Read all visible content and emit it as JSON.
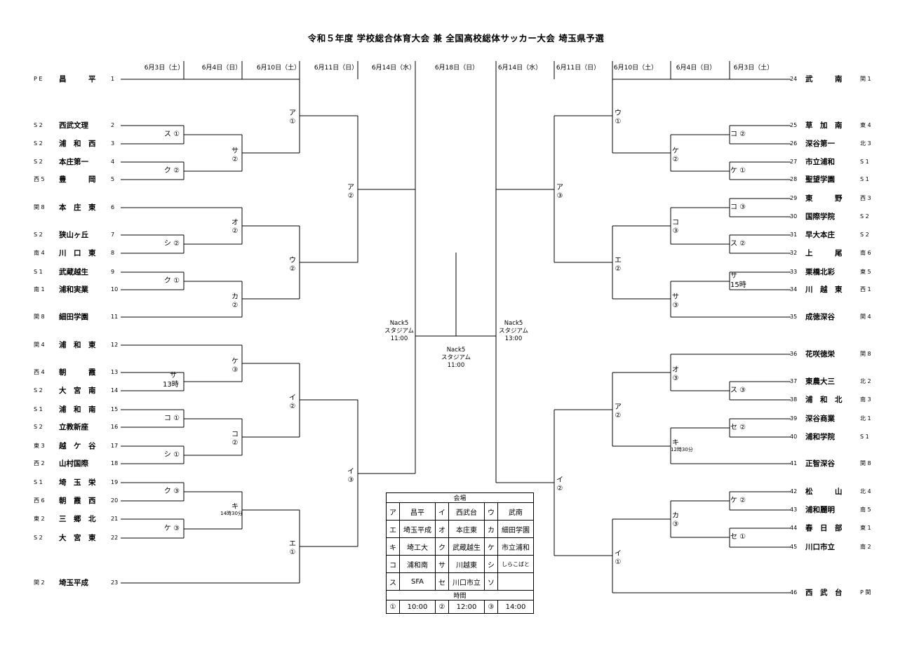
{
  "title": "令和５年度 学校総合体育大会 兼 全国高校総体サッカー大会 埼玉県予選",
  "dates": [
    "6月3日（土）",
    "6月4日（日）",
    "6月10日（土）",
    "6月11日（日）",
    "6月14日（水）",
    "6月18日（日）",
    "6月14日（水）",
    "6月11日（日）",
    "6月10日（土）",
    "6月4日（日）",
    "6月3日（土）"
  ],
  "left_teams": [
    {
      "pref": "P E",
      "name": "昌　　　平",
      "num": "1"
    },
    {
      "pref": "S 2",
      "name": "西武文理",
      "num": "2"
    },
    {
      "pref": "S 2",
      "name": "浦　和　西",
      "num": "3"
    },
    {
      "pref": "S 2",
      "name": "本庄第一",
      "num": "4"
    },
    {
      "pref": "西 5",
      "name": "豊　　　岡",
      "num": "5"
    },
    {
      "pref": "関 8",
      "name": "本　庄　東",
      "num": "6"
    },
    {
      "pref": "S 2",
      "name": "狭山ヶ丘",
      "num": "7"
    },
    {
      "pref": "南 4",
      "name": "川　口　東",
      "num": "8"
    },
    {
      "pref": "S 1",
      "name": "武蔵越生",
      "num": "9"
    },
    {
      "pref": "南 1",
      "name": "浦和実業",
      "num": "10"
    },
    {
      "pref": "関 8",
      "name": "細田学園",
      "num": "11"
    },
    {
      "pref": "関 4",
      "name": "浦　和　東",
      "num": "12"
    },
    {
      "pref": "西 4",
      "name": "朝　　　霞",
      "num": "13"
    },
    {
      "pref": "S 2",
      "name": "大　宮　南",
      "num": "14"
    },
    {
      "pref": "S 1",
      "name": "浦　和　南",
      "num": "15"
    },
    {
      "pref": "S 2",
      "name": "立教新座",
      "num": "16"
    },
    {
      "pref": "東 3",
      "name": "越　ケ　谷",
      "num": "17"
    },
    {
      "pref": "西 2",
      "name": "山村国際",
      "num": "18"
    },
    {
      "pref": "S 1",
      "name": "埼　玉　栄",
      "num": "19"
    },
    {
      "pref": "西 6",
      "name": "朝　霞　西",
      "num": "20"
    },
    {
      "pref": "東 2",
      "name": "三　郷　北",
      "num": "21"
    },
    {
      "pref": "S 2",
      "name": "大　宮　東",
      "num": "22"
    },
    {
      "pref": "関 2",
      "name": "埼玉平成",
      "num": "23"
    }
  ],
  "right_teams": [
    {
      "num": "24",
      "name": "武　　　南",
      "pref": "関 1"
    },
    {
      "num": "25",
      "name": "草　加　南",
      "pref": "東 4"
    },
    {
      "num": "26",
      "name": "深谷第一",
      "pref": "北 3"
    },
    {
      "num": "27",
      "name": "市立浦和",
      "pref": "S 1"
    },
    {
      "num": "28",
      "name": "聖望学園",
      "pref": "S 1"
    },
    {
      "num": "29",
      "name": "東　　　野",
      "pref": "西 3"
    },
    {
      "num": "30",
      "name": "国際学院",
      "pref": "S 2"
    },
    {
      "num": "31",
      "name": "早大本庄",
      "pref": "S 2"
    },
    {
      "num": "32",
      "name": "上　　　尾",
      "pref": "南 6"
    },
    {
      "num": "33",
      "name": "栗橋北彩",
      "pref": "東 5"
    },
    {
      "num": "34",
      "name": "川　越　東",
      "pref": "西 1"
    },
    {
      "num": "35",
      "name": "成徳深谷",
      "pref": "関 4"
    },
    {
      "num": "36",
      "name": "花咲徳栄",
      "pref": "関 8"
    },
    {
      "num": "37",
      "name": "東農大三",
      "pref": "北 2"
    },
    {
      "num": "38",
      "name": "浦　和　北",
      "pref": "南 3"
    },
    {
      "num": "39",
      "name": "深谷商業",
      "pref": "北 1"
    },
    {
      "num": "40",
      "name": "浦和学院",
      "pref": "S 1"
    },
    {
      "num": "41",
      "name": "正智深谷",
      "pref": "関 8"
    },
    {
      "num": "42",
      "name": "松　　　山",
      "pref": "北 4"
    },
    {
      "num": "43",
      "name": "浦和麗明",
      "pref": "南 5"
    },
    {
      "num": "44",
      "name": "春　日　部",
      "pref": "東 1"
    },
    {
      "num": "45",
      "name": "川口市立",
      "pref": "南 2"
    },
    {
      "num": "46",
      "name": "西　武　台",
      "pref": "P 関"
    }
  ],
  "match_labels": {
    "l_r1_a": "ス ①",
    "l_r1_b": "ク ②",
    "l_r1_c": "シ ②",
    "l_r1_d": "ク ①",
    "l_r1_e": "サ",
    "l_r1_e_time": "13時",
    "l_r1_f": "コ ①",
    "l_r1_g": "シ ①",
    "l_r1_h": "ク ③",
    "l_r1_i": "ケ ③",
    "l_r2_a": "サ\n②",
    "l_r2_b": "オ\n②",
    "l_r2_c": "カ\n②",
    "l_r2_d": "ケ\n③",
    "l_r2_e": "コ\n②",
    "l_r2_f": "キ",
    "l_r2_f_time": "14時30分",
    "l_r3_a": "ア\n①",
    "l_r3_b": "ウ\n②",
    "l_r3_c": "イ\n②",
    "l_r3_d": "エ\n①",
    "l_r4_a": "ア\n②",
    "l_r4_b": "イ\n③",
    "r_r1_a": "コ ②",
    "r_r1_b": "ケ ①",
    "r_r1_c": "コ ③",
    "r_r1_d": "ス ②",
    "r_r1_e": "サ",
    "r_r1_e_time": "15時",
    "r_r1_f": "ス ③",
    "r_r1_g": "セ ②",
    "r_r1_h": "ケ ②",
    "r_r1_i": "セ ①",
    "r_r2_a": "ケ\n②",
    "r_r2_b": "コ\n③",
    "r_r2_c": "サ\n③",
    "r_r2_d": "オ\n③",
    "r_r2_e": "キ",
    "r_r2_e_time": "12時30分",
    "r_r2_f": "カ\n③",
    "r_r3_a": "ウ\n①",
    "r_r3_b": "エ\n②",
    "r_r3_c": "ア\n②",
    "r_r3_d": "イ\n①",
    "r_r4_a": "ア\n③",
    "r_r4_b": "イ\n②"
  },
  "venues": {
    "semi_left": "Nack5\nスタジアム\n11:00",
    "semi_right": "Nack5\nスタジアム\n13:00",
    "final": "Nack5\nスタジアム\n11:00"
  },
  "venue_table": {
    "header": "会場",
    "rows": [
      [
        "ア",
        "昌平",
        "イ",
        "西武台",
        "ウ",
        "武南"
      ],
      [
        "エ",
        "埼玉平成",
        "オ",
        "本庄東",
        "カ",
        "細田学園"
      ],
      [
        "キ",
        "埼工大",
        "ク",
        "武蔵越生",
        "ケ",
        "市立浦和"
      ],
      [
        "コ",
        "浦和南",
        "サ",
        "川越東",
        "シ",
        "しらこばと"
      ],
      [
        "ス",
        "SFA",
        "セ",
        "川口市立",
        "ソ",
        ""
      ]
    ],
    "time_header": "時間",
    "times": [
      "①",
      "10:00",
      "②",
      "12:00",
      "③",
      "14:00"
    ]
  }
}
